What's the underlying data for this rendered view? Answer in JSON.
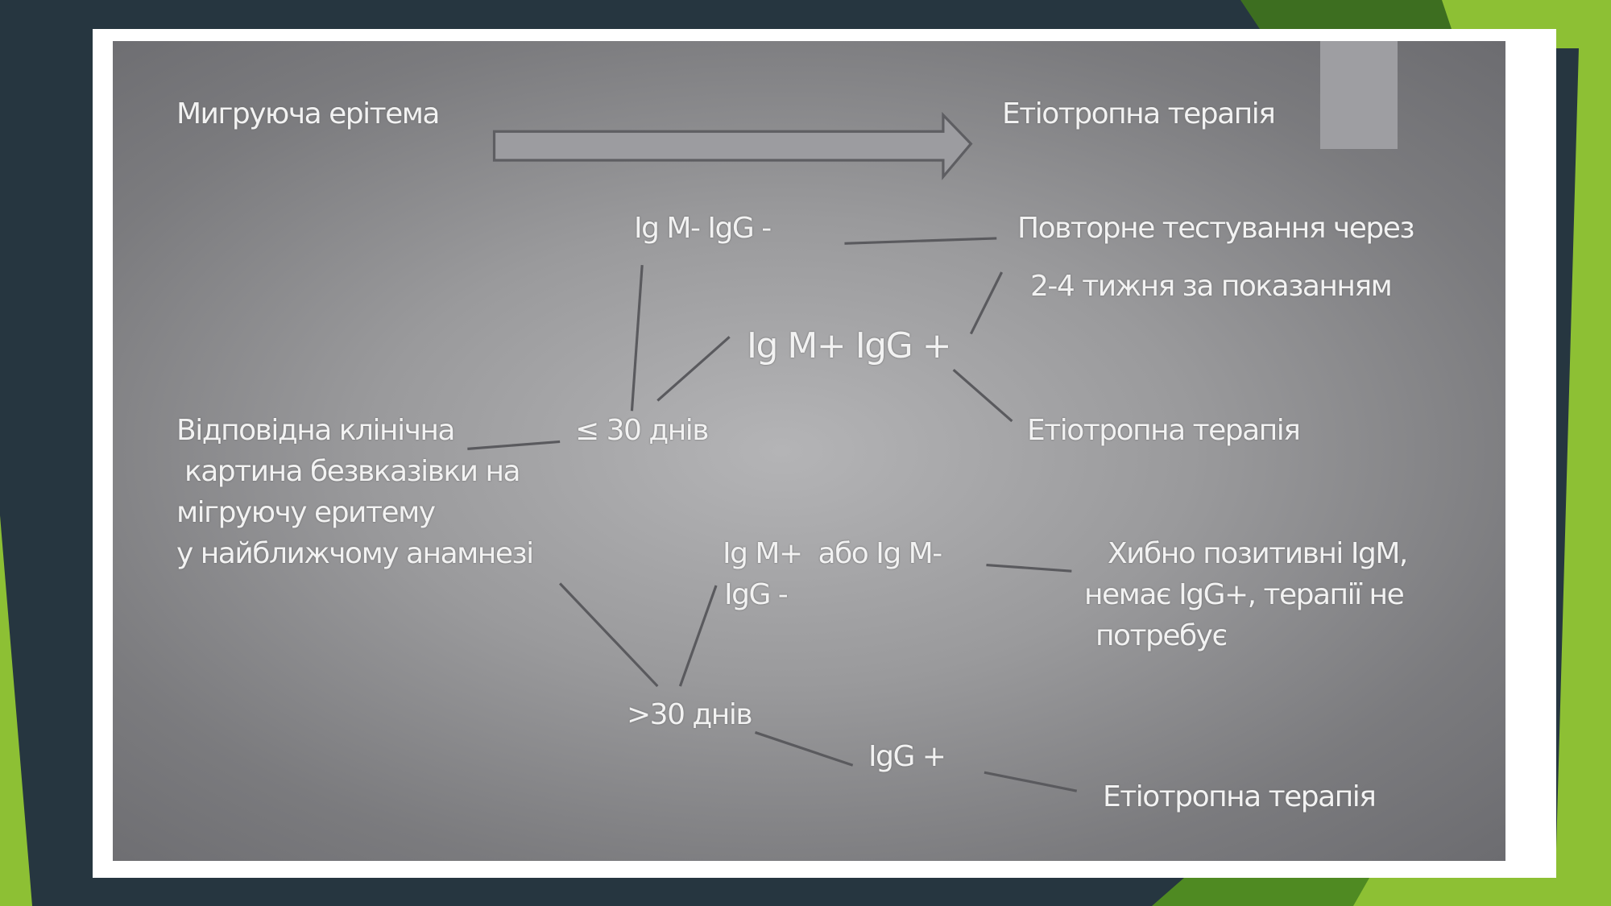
{
  "colors": {
    "background": "#263640",
    "green_dark": "#3d6e20",
    "green_light": "#8dc034",
    "slide_gray": "#9a9a9c"
  },
  "diagram": {
    "top_left": "Мигруюча ерітема",
    "top_right": "Етіотропна терапія",
    "neg_both": "Ig M-   IgG -",
    "retest_line1": "Повторне тестування через",
    "retest_line2": "2-4 тижня за показанням",
    "pos_both": "Ig M+   IgG +",
    "therapy_mid": "Етіотропна терапія",
    "le30": "≤ 30 днів",
    "clinical": [
      "Відповідна клінічна",
      " картина безвказівки на",
      "мігруючу еритему",
      "у найближчому анамнезі"
    ],
    "igm_either": "Ig M+  або Ig M-",
    "igg_neg": "IgG -",
    "false_pos": [
      " Хибно позитивні IgM,",
      "немає IgG+, терапії не",
      " потребує"
    ],
    "gt30": ">30 днів",
    "igg_pos": "IgG +",
    "therapy_bottom": "Етіотропна терапія"
  }
}
